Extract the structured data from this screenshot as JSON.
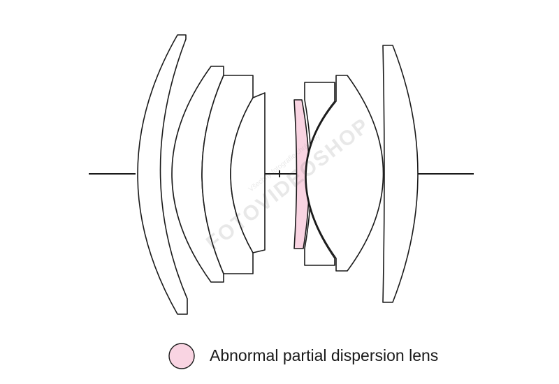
{
  "legend": {
    "label": "Abnormal partial dispersion lens",
    "swatch_color": "#f9d4e2"
  },
  "watermark": {
    "text": "FOTOVIDEOSHOP",
    "subtext": "Všechny fotografie chráněny"
  },
  "colors": {
    "highlight": "#f9d4e2",
    "outline": "#1a1a1a"
  }
}
